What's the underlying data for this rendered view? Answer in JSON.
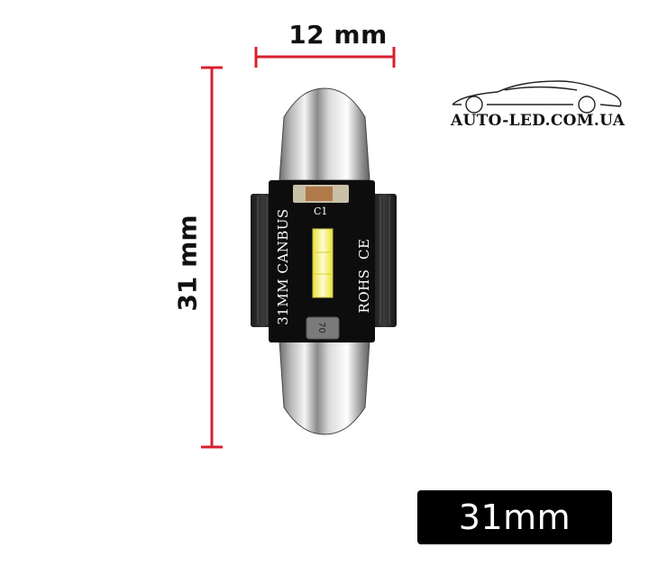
{
  "dimensions": {
    "width_label": "12 mm",
    "length_label": "31 mm"
  },
  "bulb": {
    "pcb_text_left": "31MM CANBUS",
    "pcb_text_right": "ROHS  CE",
    "component_label": "C1",
    "resistor_label": "70"
  },
  "brand": {
    "logo_text": "AUTO-LED.COM.UA"
  },
  "badge": {
    "label": "31mm"
  },
  "colors": {
    "dimension_line": "#d8202e",
    "pcb": "#0d0d0d",
    "badge_background": "#000000"
  }
}
